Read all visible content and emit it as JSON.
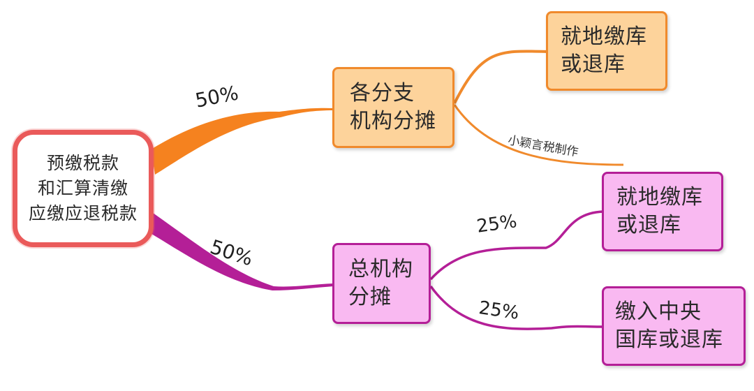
{
  "nodes": {
    "root": {
      "lines": [
        "预缴税款",
        "和汇算清缴",
        "应缴应退税款"
      ]
    },
    "branch_allocation": {
      "lines": [
        "各分支",
        "机构分摊"
      ]
    },
    "branch_local_treasury": {
      "lines": [
        "就地缴库",
        "或退库"
      ]
    },
    "head_allocation": {
      "lines": [
        "总机构",
        "分摊"
      ]
    },
    "head_local_treasury": {
      "lines": [
        "就地缴库",
        "或退库"
      ]
    },
    "central_treasury": {
      "lines": [
        "缴入中央",
        "国库或退库"
      ]
    }
  },
  "edge_labels": {
    "root_to_branch": "50%",
    "root_to_head": "50%",
    "head_to_local": "25%",
    "head_to_central": "25%"
  },
  "watermark": "小颖言税制作",
  "colors": {
    "root_border": "#ea5a5a",
    "orange_fill": "#fdd39b",
    "orange_stroke": "#f08a2c",
    "pink_fill": "#f9b9f1",
    "pink_stroke": "#b41f97"
  }
}
